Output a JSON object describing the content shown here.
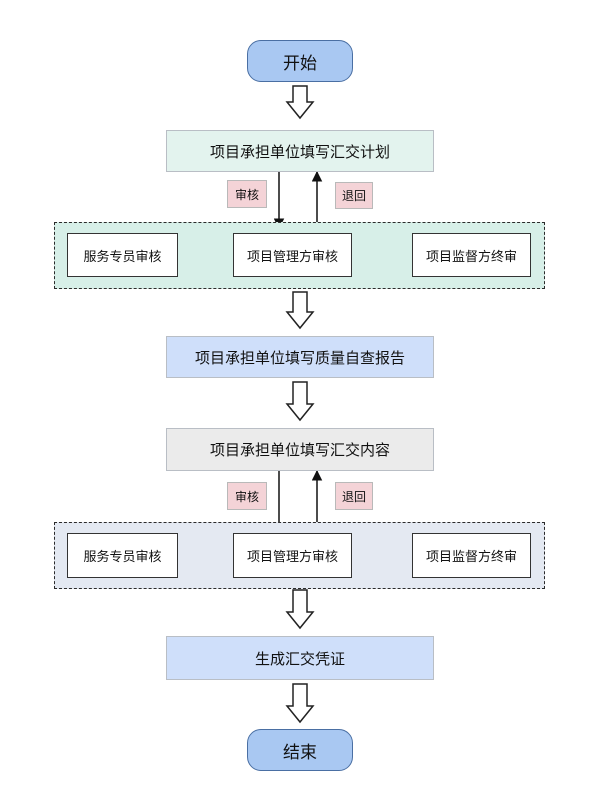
{
  "flow": {
    "start": "开始",
    "step_plan": "项目承担单位填写汇交计划",
    "step_report": "项目承担单位填写质量自查报告",
    "step_content": "项目承担单位填写汇交内容",
    "step_voucher": "生成汇交凭证",
    "end": "结束"
  },
  "review_group_1": {
    "service_review": "服务专员审核",
    "manager_review": "项目管理方审核",
    "supervisor_review": "项目监督方终审",
    "approve_tag": "审核",
    "return_tag": "退回"
  },
  "review_group_2": {
    "service_review": "服务专员审核",
    "manager_review": "项目管理方审核",
    "supervisor_review": "项目监督方终审",
    "approve_tag": "审核",
    "return_tag": "退回"
  },
  "colors": {
    "terminal_fill": "#a9c8f2",
    "plan_fill": "#e3f3ee",
    "report_fill": "#cfdffa",
    "content_fill": "#ebebeb",
    "group1_fill": "#d7efe8",
    "group2_fill": "#e4e9f2",
    "tag_fill": "#f4d3d7"
  }
}
